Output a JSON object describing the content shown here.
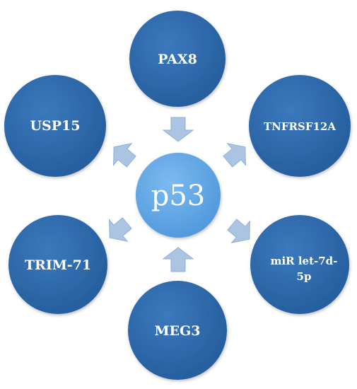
{
  "center": {
    "label": "p53"
  },
  "nodes": {
    "top": {
      "label": "PAX8"
    },
    "top_left": {
      "label": "USP15"
    },
    "top_right": {
      "label": "TNFRSF12A"
    },
    "bottom_left": {
      "label": "TRIM-71"
    },
    "bottom_right": {
      "line1": "miR let-7d-",
      "line2": "5p"
    },
    "bottom": {
      "label": "MEG3"
    }
  },
  "colors": {
    "outer_fill": "#2e6aad",
    "outer_fill_dark": "#1f4f86",
    "center_fill": "#5ba3e6",
    "center_fill_light": "#8cc4f2",
    "arrow_fill": "#aac4e2",
    "arrow_stroke": "#8fb0d6",
    "label": "#ffffff"
  }
}
